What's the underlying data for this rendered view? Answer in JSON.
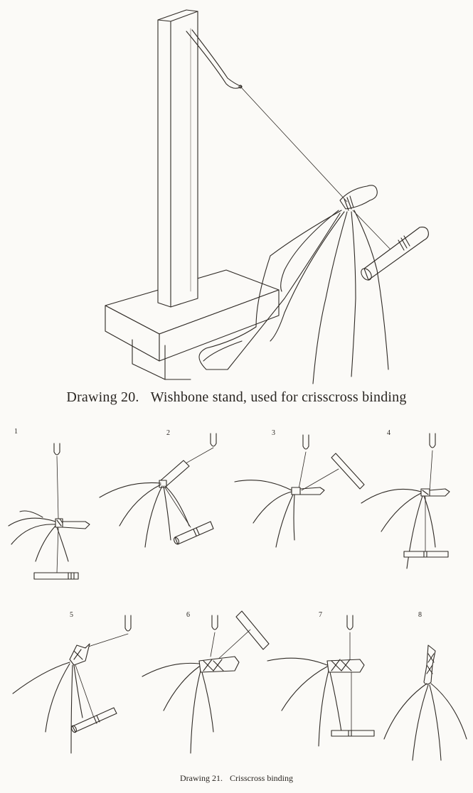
{
  "drawing20": {
    "label": "Drawing 20.",
    "title": "Wishbone stand, used for crisscross binding"
  },
  "drawing21": {
    "label": "Drawing 21.",
    "title": "Crisscross binding",
    "step_numbers": [
      "1",
      "2",
      "3",
      "4",
      "5",
      "6",
      "7",
      "8"
    ]
  }
}
